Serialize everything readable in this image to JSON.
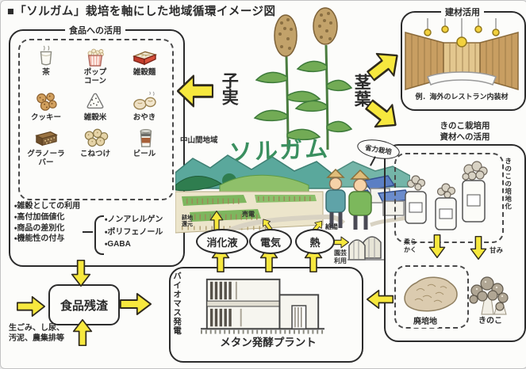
{
  "title": "■「ソルガム」栽培を軸にした地域循環イメージ図",
  "colors": {
    "arrow_fill": "#f7e83e",
    "crop_green": "#3a8f5f",
    "ink": "#2b2b2b"
  },
  "food_section": {
    "header": "食品への活用",
    "items": [
      {
        "name": "tea",
        "label": "茶"
      },
      {
        "name": "popcorn",
        "label": "ポップ\nコーン"
      },
      {
        "name": "mixed-grain-noodles",
        "label": "雑穀麺"
      },
      {
        "name": "cookie",
        "label": "クッキー"
      },
      {
        "name": "mixed-grain-rice",
        "label": "雑穀米"
      },
      {
        "name": "oyaki",
        "label": "おやき"
      },
      {
        "name": "granola-bar",
        "label": "グラノーラ\nバー"
      },
      {
        "name": "konetsuke",
        "label": "こねつけ"
      },
      {
        "name": "beer",
        "label": "ビール"
      }
    ],
    "bullets": "・雑穀としての利用\n・高付加価値化\n・商品の差別化\n・機能性の付与",
    "brace_items": "・ノンアレルゲン\n・ポリフェノール\n・GABA"
  },
  "residue": {
    "label": "食品残渣",
    "sources": "生ごみ、し尿、\n汚泥、農集排等"
  },
  "plant": {
    "side_label": "バイオマス発電",
    "caption": "メタン発酵プラント"
  },
  "outputs": {
    "digestate": "消化液",
    "electricity": "電気",
    "heat": "熱",
    "field_return": "耕地\n還元",
    "sell_power": "売電",
    "hot_water": "給湯",
    "horticulture": "園芸\n利用"
  },
  "center": {
    "region": "中山間地域",
    "crop": "ソルガム",
    "bubble": "省力栽培",
    "grain": "子実",
    "stem": "茎葉"
  },
  "building": {
    "header": "建材活用",
    "caption": "例．海外のレストラン内装材"
  },
  "mushroom": {
    "header": "きのこ栽培用\n資材への活用",
    "medium_note": "きのこの培地化",
    "soft": "柔ら\nかく",
    "sweet": "甘み",
    "spent_bed": "廃培地",
    "product": "きのこ"
  }
}
